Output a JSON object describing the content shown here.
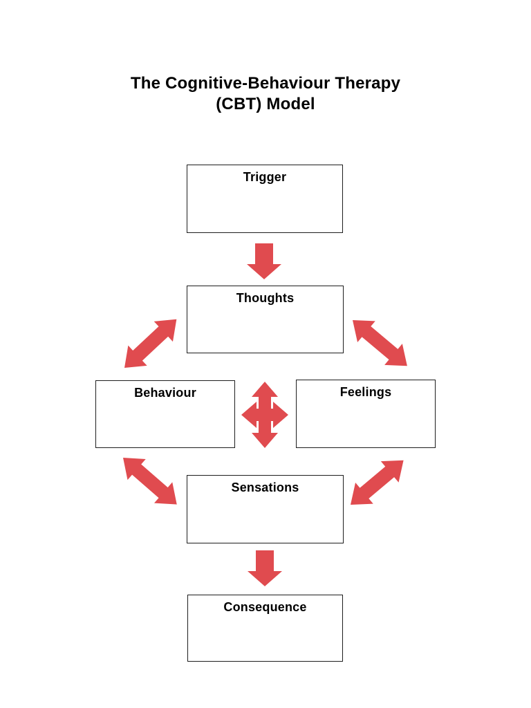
{
  "title": {
    "line1": "The Cognitive-Behaviour Therapy",
    "line2": "(CBT) Model"
  },
  "colors": {
    "arrow": "#E04B4F",
    "box_border": "#1C1C1C",
    "text": "#000000",
    "background": "#FFFFFF"
  },
  "diagram": {
    "nodes": [
      {
        "id": "trigger",
        "label": "Trigger"
      },
      {
        "id": "thoughts",
        "label": "Thoughts"
      },
      {
        "id": "behaviour",
        "label": "Behaviour"
      },
      {
        "id": "feelings",
        "label": "Feelings"
      },
      {
        "id": "sensations",
        "label": "Sensations"
      },
      {
        "id": "consequence",
        "label": "Consequence"
      }
    ],
    "connections": [
      {
        "from": "trigger",
        "to": "thoughts",
        "style": "single-arrow-down"
      },
      {
        "from": "thoughts",
        "to": "behaviour",
        "style": "double-arrow-diagonal"
      },
      {
        "from": "thoughts",
        "to": "feelings",
        "style": "double-arrow-diagonal"
      },
      {
        "from": "behaviour",
        "to": "feelings",
        "style": "four-way-arrow"
      },
      {
        "from": "behaviour",
        "to": "sensations",
        "style": "double-arrow-diagonal"
      },
      {
        "from": "feelings",
        "to": "sensations",
        "style": "double-arrow-diagonal"
      },
      {
        "from": "sensations",
        "to": "consequence",
        "style": "single-arrow-down"
      }
    ]
  }
}
